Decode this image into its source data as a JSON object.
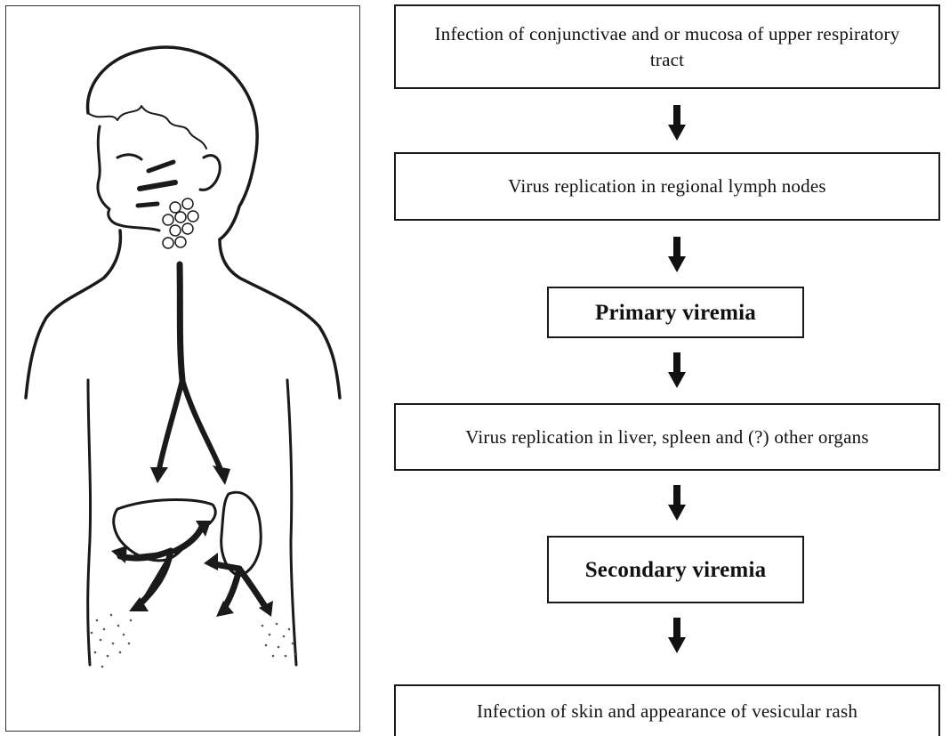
{
  "illustration": {
    "subject": "child-figure",
    "icons": [
      "child-head",
      "lymph-node-cluster",
      "liver",
      "spleen",
      "skin-rash"
    ]
  },
  "flowchart": {
    "steps": [
      {
        "label": "Infection of conjunctivae and or mucosa of upper respiratory tract",
        "emphasis": false
      },
      {
        "label": "Virus replication in regional lymph nodes",
        "emphasis": false
      },
      {
        "label": "Primary viremia",
        "emphasis": true
      },
      {
        "label": "Virus replication in liver, spleen and (?) other organs",
        "emphasis": false
      },
      {
        "label": "Secondary viremia",
        "emphasis": true
      },
      {
        "label": "Infection of skin and appearance of vesicular rash",
        "emphasis": false
      }
    ],
    "arrow_color": "#111111",
    "box_border_color": "#1a1a1a"
  }
}
